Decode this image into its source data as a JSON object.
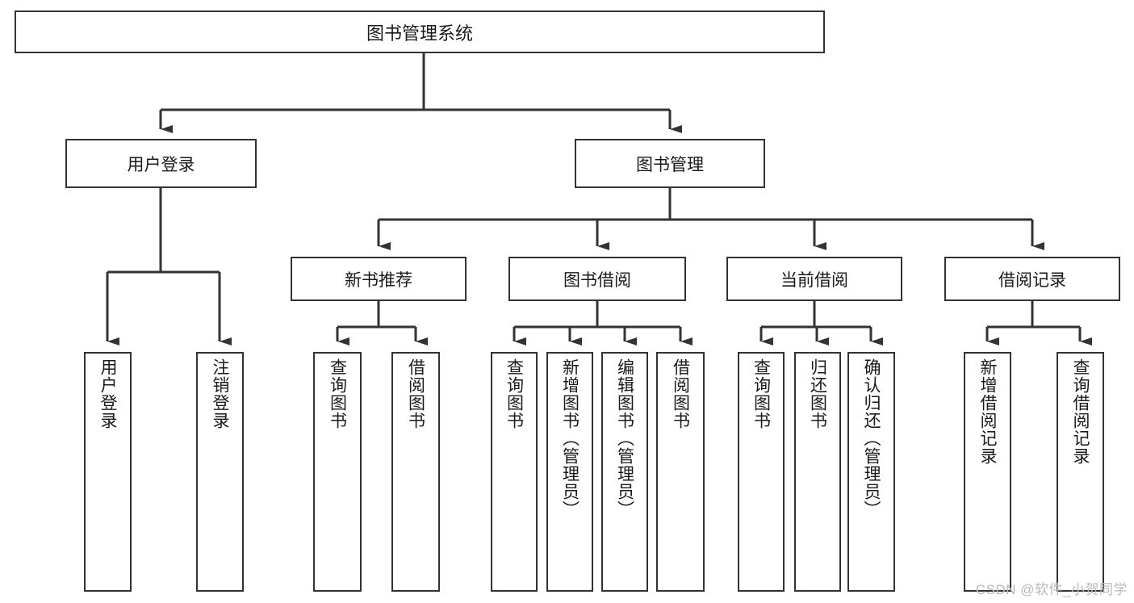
{
  "diagram": {
    "title": "图书管理系统",
    "style": {
      "box_border": "#333333",
      "box_fill": "#ffffff",
      "line": "#333333",
      "text": "#1a1a1a"
    },
    "root": {
      "label": "图书管理系统"
    },
    "level1": [
      {
        "id": "user-login",
        "label": "用户登录"
      },
      {
        "id": "book-manage",
        "label": "图书管理"
      }
    ],
    "level2": [
      {
        "id": "new-book-recommend",
        "label": "新书推荐"
      },
      {
        "id": "book-borrow",
        "label": "图书借阅"
      },
      {
        "id": "current-borrow",
        "label": "当前借阅"
      },
      {
        "id": "borrow-record",
        "label": "借阅记录"
      }
    ],
    "leaves": {
      "user_login": [
        {
          "id": "leaf-user-login",
          "label": "用户登录"
        },
        {
          "id": "leaf-logout-login",
          "label": "注销登录"
        }
      ],
      "new_book_recommend": [
        {
          "id": "leaf-query-book-1",
          "label": "查询图书"
        },
        {
          "id": "leaf-borrow-book-1",
          "label": "借阅图书"
        }
      ],
      "book_borrow": [
        {
          "id": "leaf-query-book-2",
          "label": "查询图书"
        },
        {
          "id": "leaf-add-book",
          "label": "新增图书（管理员）"
        },
        {
          "id": "leaf-edit-book",
          "label": "编辑图书（管理员）"
        },
        {
          "id": "leaf-borrow-book-2",
          "label": "借阅图书"
        }
      ],
      "current_borrow": [
        {
          "id": "leaf-query-book-3",
          "label": "查询图书"
        },
        {
          "id": "leaf-return-book",
          "label": "归还图书"
        },
        {
          "id": "leaf-confirm-return",
          "label": "确认归还（管理员）"
        }
      ],
      "borrow_record": [
        {
          "id": "leaf-add-record",
          "label": "新增借阅记录"
        },
        {
          "id": "leaf-query-record",
          "label": "查询借阅记录"
        }
      ]
    }
  },
  "watermark": {
    "text": "CSDN @软件_小贺同学"
  }
}
